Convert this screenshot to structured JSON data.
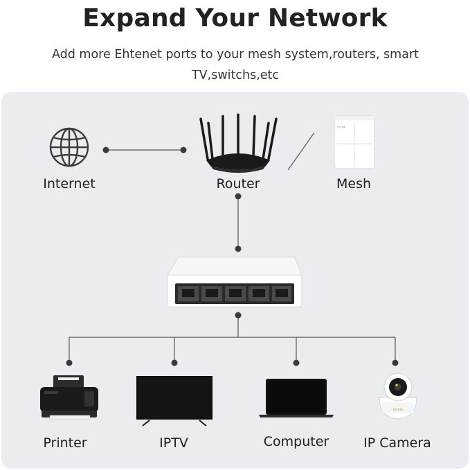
{
  "header": {
    "title": "Expand Your Network",
    "subtitle": "Add more Ehtenet ports to your mesh system,routers, smart TV,switchs,etc"
  },
  "nodes": {
    "internet": {
      "label": "Internet",
      "icon": "globe-icon"
    },
    "router": {
      "label": "Router",
      "icon": "router-icon"
    },
    "mesh": {
      "label": "Mesh",
      "icon": "mesh-node-icon",
      "brand_text": "nova"
    },
    "switch": {
      "label": "",
      "icon": "ethernet-switch-icon",
      "ports": 5
    },
    "printer": {
      "label": "Printer",
      "icon": "printer-icon"
    },
    "iptv": {
      "label": "IPTV",
      "icon": "tv-icon"
    },
    "computer": {
      "label": "Computer",
      "icon": "laptop-icon"
    },
    "ipcamera": {
      "label": "IP Camera",
      "icon": "ip-camera-icon",
      "brand_text": "tenda"
    }
  },
  "colors": {
    "panel": "#eaecef",
    "connector": "#555555",
    "device_dark": "#1a1a1a",
    "device_white": "#ffffff"
  }
}
